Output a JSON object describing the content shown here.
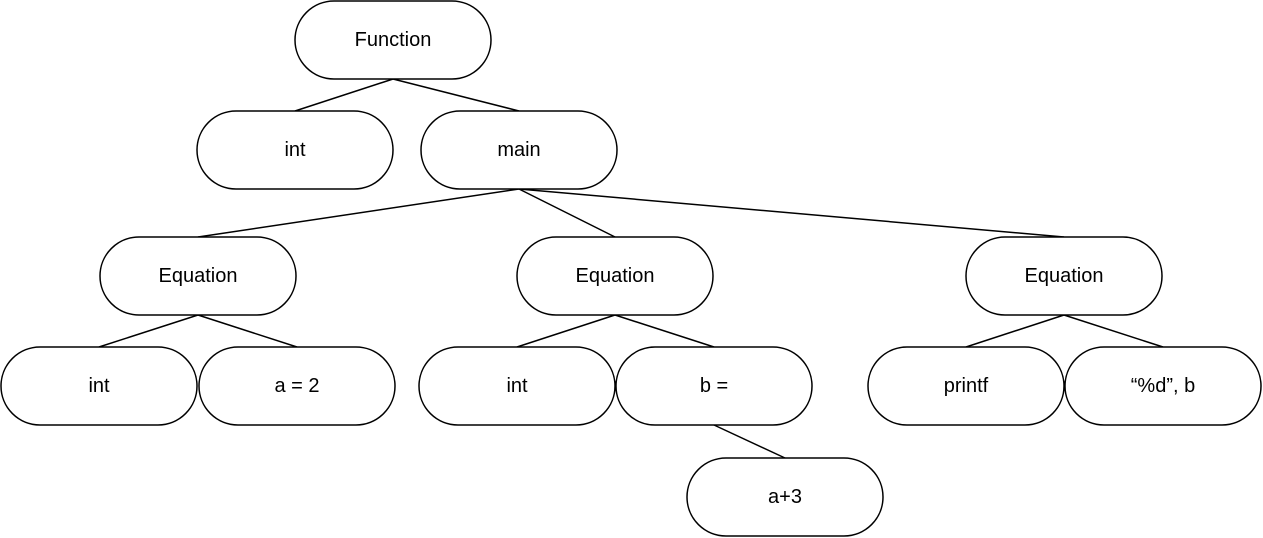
{
  "nodes": [
    {
      "id": "function",
      "label": "Function"
    },
    {
      "id": "int-return",
      "label": "int"
    },
    {
      "id": "main",
      "label": "main"
    },
    {
      "id": "equation-1",
      "label": "Equation"
    },
    {
      "id": "equation-2",
      "label": "Equation"
    },
    {
      "id": "equation-3",
      "label": "Equation"
    },
    {
      "id": "int-a",
      "label": "int"
    },
    {
      "id": "assign-a",
      "label": "a = 2"
    },
    {
      "id": "int-b",
      "label": "int"
    },
    {
      "id": "assign-b",
      "label": "b ="
    },
    {
      "id": "printf",
      "label": "printf"
    },
    {
      "id": "printf-args",
      "label": "“%d”, b"
    },
    {
      "id": "expr-a3",
      "label": "a+3"
    }
  ],
  "edges": [
    {
      "from": "function",
      "to": "int-return"
    },
    {
      "from": "function",
      "to": "main"
    },
    {
      "from": "main",
      "to": "equation-1"
    },
    {
      "from": "main",
      "to": "equation-2"
    },
    {
      "from": "main",
      "to": "equation-3"
    },
    {
      "from": "equation-1",
      "to": "int-a"
    },
    {
      "from": "equation-1",
      "to": "assign-a"
    },
    {
      "from": "equation-2",
      "to": "int-b"
    },
    {
      "from": "equation-2",
      "to": "assign-b"
    },
    {
      "from": "equation-3",
      "to": "printf"
    },
    {
      "from": "equation-3",
      "to": "printf-args"
    },
    {
      "from": "assign-b",
      "to": "expr-a3"
    }
  ]
}
